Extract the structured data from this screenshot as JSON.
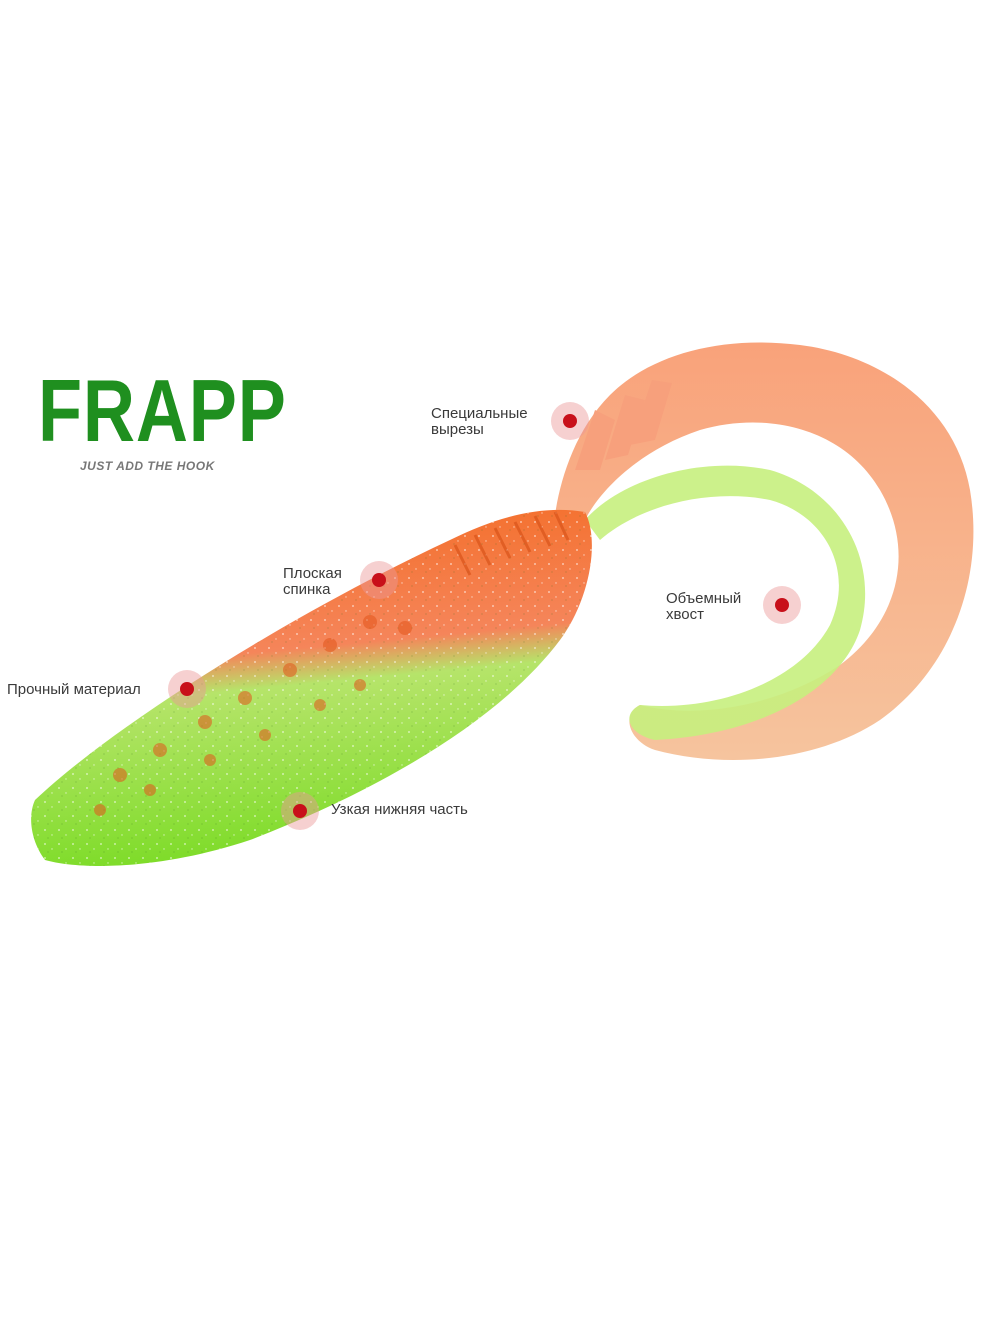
{
  "logo": {
    "word": "FRAPP",
    "tagline": "JUST ADD THE HOOK",
    "brand_color": "#1f8f1f"
  },
  "callouts": [
    {
      "id": "special-cuts",
      "text": "Специальные\nвырезы"
    },
    {
      "id": "flat-back",
      "text": "Плоская\nспинка"
    },
    {
      "id": "volume-tail",
      "text": "Объемный\nхвост"
    },
    {
      "id": "durable-material",
      "text": "Прочный материал"
    },
    {
      "id": "narrow-bottom",
      "text": "Узкая нижняя часть"
    }
  ],
  "colors": {
    "lure_orange": "#f46a20",
    "lure_green": "#8fe23a",
    "tail_peach": "#f8b48a",
    "marker_red": "#c8101a"
  }
}
